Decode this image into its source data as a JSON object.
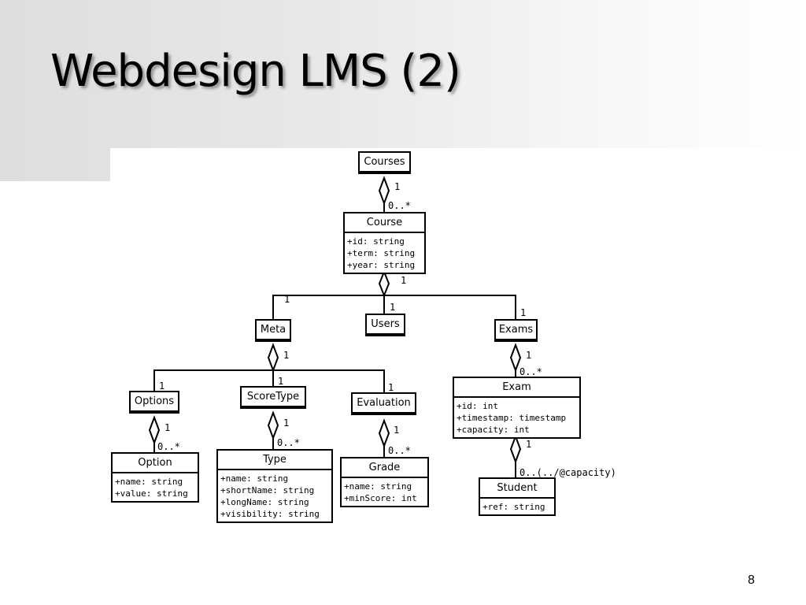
{
  "slide": {
    "title": "Webdesign LMS (2)",
    "page_number": "8"
  },
  "classes": {
    "courses": {
      "name": "Courses",
      "attributes": []
    },
    "course": {
      "name": "Course",
      "attributes": [
        "+id: string",
        "+term: string",
        "+year: string"
      ]
    },
    "meta": {
      "name": "Meta",
      "attributes": []
    },
    "users": {
      "name": "Users",
      "attributes": []
    },
    "exams": {
      "name": "Exams",
      "attributes": []
    },
    "options": {
      "name": "Options",
      "attributes": []
    },
    "scoretype": {
      "name": "ScoreType",
      "attributes": []
    },
    "evaluation": {
      "name": "Evaluation",
      "attributes": []
    },
    "exam": {
      "name": "Exam",
      "attributes": [
        "+id: int",
        "+timestamp: timestamp",
        "+capacity: int"
      ]
    },
    "option": {
      "name": "Option",
      "attributes": [
        "+name: string",
        "+value: string"
      ]
    },
    "type": {
      "name": "Type",
      "attributes": [
        "+name: string",
        "+shortName: string",
        "+longName: string",
        "+visibility: string"
      ]
    },
    "grade": {
      "name": "Grade",
      "attributes": [
        "+name: string",
        "+minScore: int"
      ]
    },
    "student": {
      "name": "Student",
      "attributes": [
        "+ref: string"
      ]
    }
  },
  "multiplicities": {
    "courses_course_whole": "1",
    "courses_course_part": "0..*",
    "course_children_whole": "1",
    "course_meta_part": "1",
    "course_users_part": "1",
    "course_exams_part": "1",
    "meta_children_whole": "1",
    "meta_options_part": "1",
    "meta_scoretype_part": "1",
    "meta_evaluation_part": "1",
    "options_option_whole": "1",
    "options_option_part": "0..*",
    "scoretype_type_whole": "1",
    "scoretype_type_part": "0..*",
    "evaluation_grade_whole": "1",
    "evaluation_grade_part": "0..*",
    "exams_exam_whole": "1",
    "exams_exam_part": "0..*",
    "exam_student_whole": "1",
    "exam_student_part": "0..(../@capacity)"
  }
}
